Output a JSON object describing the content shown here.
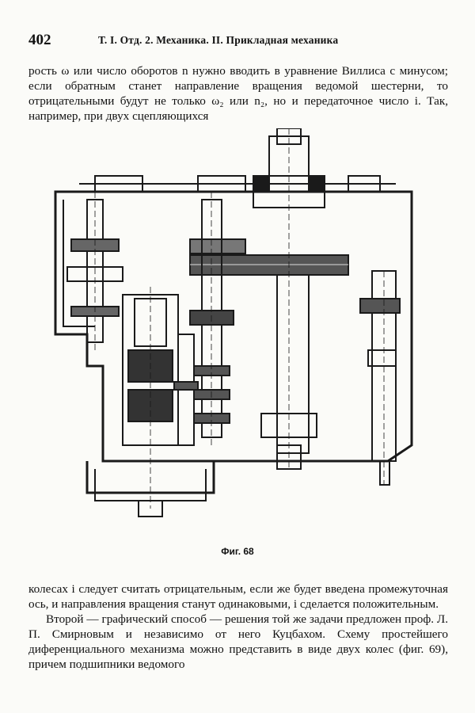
{
  "header": {
    "page_number": "402",
    "running_head": "Т. I. Отд. 2. Механика. II. Прикладная механика"
  },
  "top_paragraph": "рость ω или число оборотов n нужно вводить в уравнение Виллиса с минусом; если обратным станет направление вращения ведомой шестерни, то отрицательными будут не только ω₂ или n₂, но и передаточное число i. Так, например, при двух сцепляющихся",
  "figure": {
    "caption": "Фиг. 68",
    "icon": "gearbox-cross-section-drawing"
  },
  "bottom_paragraphs": [
    "колесах i следует считать отрицательным, если же будет введена промежуточная ось, и направления вращения станут одинаковыми, i сделается положительным.",
    "Второй — графический способ — решения той же задачи предложен проф. Л. П. Смирновым и независимо от него Куцбахом. Схему простейшего диференциального механизма можно представить в виде двух колес (фиг. 69), причем подшипники ведомого"
  ]
}
